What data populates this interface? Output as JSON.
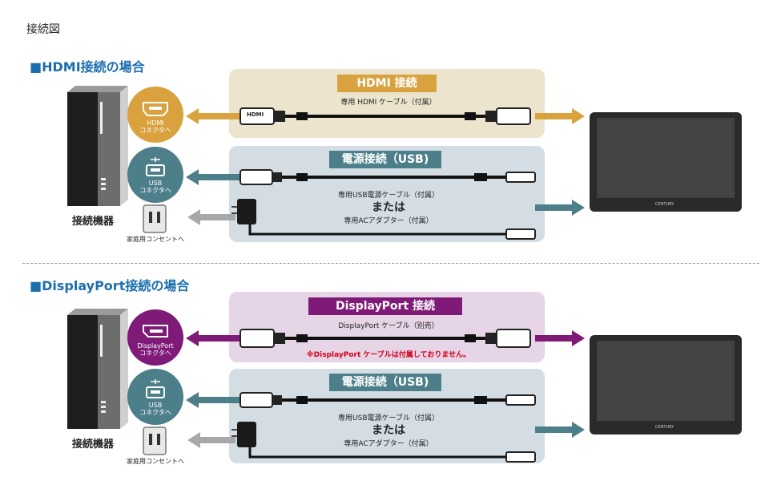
{
  "page_title": "接続図",
  "colors": {
    "section_title": "#1b6fae",
    "hdmi": "#d9a23e",
    "hdmi_panel": "#ece4cc",
    "usb": "#4d7f8a",
    "usb_panel": "#d3dde3",
    "dp": "#7f1a78",
    "dp_panel": "#e6d4e7",
    "gray_arrow": "#a8a8a8",
    "warning": "#d6001c"
  },
  "hdmi_section": {
    "title": "■HDMI接続の場合",
    "badge": "HDMI 接続",
    "cable_caption": "専用 HDMI ケーブル（付属）",
    "circle_label": "HDMI\nコネクタへ",
    "plug_label": "HDMI",
    "usb_badge": "電源接続（USB)",
    "usb_cable_caption": "専用USB電源ケーブル（付属）",
    "or_text": "または",
    "ac_caption": "専用ACアダプター（付属）",
    "usb_circle_label": "USB\nコネクタへ",
    "device_label": "接続機器",
    "outlet_label": "家庭用コンセントへ",
    "monitor_brand": "CENTURY"
  },
  "dp_section": {
    "title": "■DisplayPort接続の場合",
    "badge": "DisplayPort 接続",
    "cable_caption": "DisplayPort ケーブル（別売）",
    "warning": "※DisplayPort ケーブルは付属しておりません。",
    "circle_label": "DisplayPort\nコネクタへ",
    "usb_badge": "電源接続（USB)",
    "usb_cable_caption": "専用USB電源ケーブル（付属）",
    "or_text": "または",
    "ac_caption": "専用ACアダプター（付属）",
    "usb_circle_label": "USB\nコネクタへ",
    "device_label": "接続機器",
    "outlet_label": "家庭用コンセントへ",
    "monitor_brand": "CENTURY"
  },
  "icons": [
    "hdmi-port-icon",
    "usb-port-icon",
    "outlet-icon",
    "displayport-icon",
    "computer-tower-icon",
    "monitor-icon"
  ]
}
